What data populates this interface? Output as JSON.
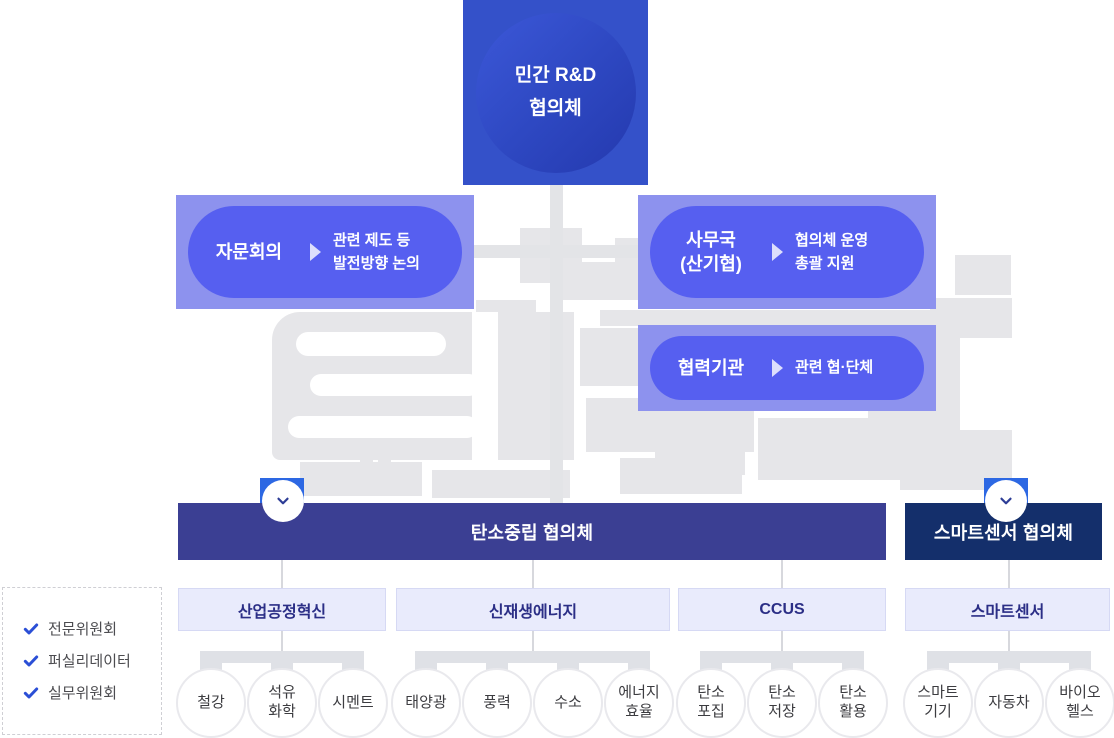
{
  "root": {
    "line1": "민간 R&D",
    "line2": "협의체"
  },
  "advisory": {
    "label": "자문회의",
    "desc1": "관련 제도 등",
    "desc2": "발전방향 논의"
  },
  "secretariat": {
    "label1": "사무국",
    "label2": "(산기협)",
    "desc1": "협의체 운영",
    "desc2": "총괄 지원"
  },
  "partners": {
    "label": "협력기관",
    "desc1": "관련 협·단체"
  },
  "councils": {
    "carbon": {
      "title": "탄소중립 협의체"
    },
    "sensor": {
      "title": "스마트센서 협의체"
    }
  },
  "divisions": [
    {
      "label": "산업공정혁신"
    },
    {
      "label": "신재생에너지"
    },
    {
      "label": "CCUS"
    },
    {
      "label": "스마트센서"
    }
  ],
  "members": [
    {
      "line1": "철강"
    },
    {
      "line1": "석유",
      "line2": "화학"
    },
    {
      "line1": "시멘트"
    },
    {
      "line1": "태양광"
    },
    {
      "line1": "풍력"
    },
    {
      "line1": "수소"
    },
    {
      "line1": "에너지",
      "line2": "효율"
    },
    {
      "line1": "탄소",
      "line2": "포집"
    },
    {
      "line1": "탄소",
      "line2": "저장"
    },
    {
      "line1": "탄소",
      "line2": "활용"
    },
    {
      "line1": "스마트",
      "line2": "기기"
    },
    {
      "line1": "자동차"
    },
    {
      "line1": "바이오",
      "line2": "헬스"
    }
  ],
  "legend": {
    "items": [
      {
        "label": "전문위원회"
      },
      {
        "label": "퍼실리데이터"
      },
      {
        "label": "실무위원회"
      }
    ]
  },
  "colors": {
    "root_box": "#3451c9",
    "node_frame": "#8d92ee",
    "node_pill": "#565ff0",
    "council_carbon": "#3b3f93",
    "council_sensor": "#142f6b",
    "badge_blue": "#2d68e3",
    "division_bg": "#e9ebfc",
    "division_text": "#2b2e86",
    "check_blue": "#2b4fd6",
    "watermark_gray": "#e6e6e9"
  }
}
